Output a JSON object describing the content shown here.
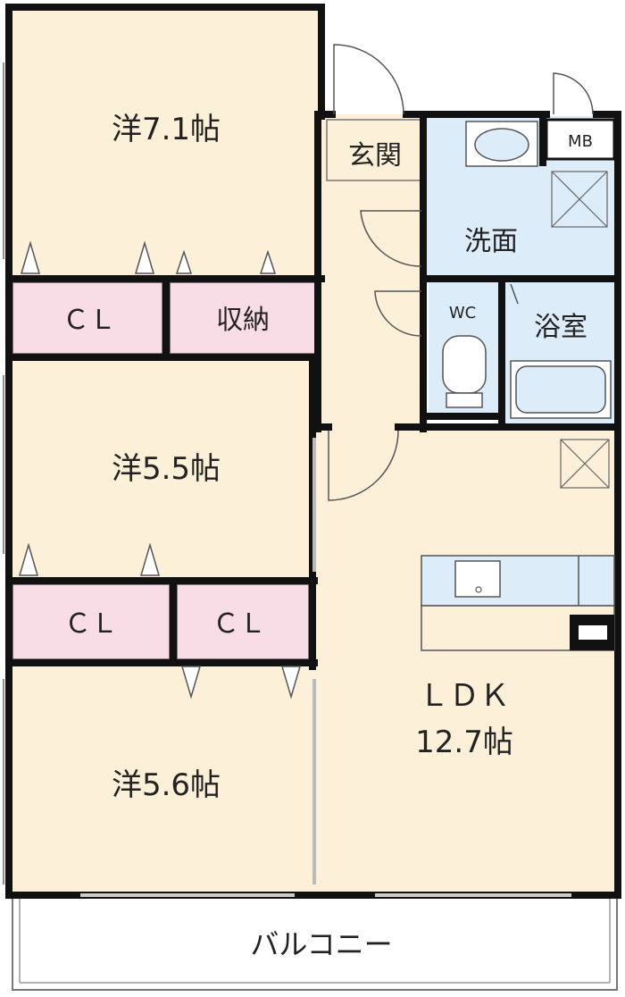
{
  "colors": {
    "wall": "#111111",
    "room_fill": "#fdf0d9",
    "closet_fill": "#f9dde6",
    "wet_fill": "#dcecf8",
    "balcony_fill": "#ffffff",
    "window": "#9a9a9a",
    "fixture_stroke": "#555555"
  },
  "rooms": {
    "bedroom_top": "洋7.1帖",
    "bedroom_middle": "洋5.5帖",
    "bedroom_bottom": "洋5.6帖",
    "closet_top": "ＣＬ",
    "storage_top": "収納",
    "closet_left": "ＣＬ",
    "closet_right": "ＣＬ",
    "entrance": "玄関",
    "washroom": "洗面",
    "toilet": "WC",
    "bathroom": "浴室",
    "meter_box": "MB",
    "ldk_line1": "ＬＤＫ",
    "ldk_line2": "12.7帖",
    "balcony": "バルコニー"
  },
  "icons": {
    "door_swing": "door-swing-icon",
    "sink": "sink-icon",
    "toilet": "toilet-icon",
    "bathtub": "bathtub-icon",
    "vent": "vent-icon",
    "kitchen_sink": "kitchen-sink-icon",
    "fridge_space": "refrigerator-space-icon"
  }
}
